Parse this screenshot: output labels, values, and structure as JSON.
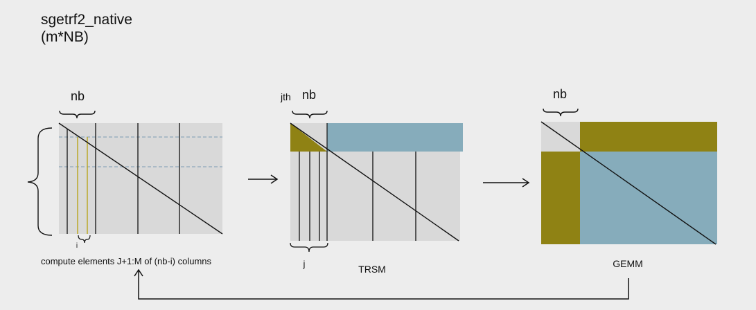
{
  "title": {
    "line1": "sgetrf2_native",
    "line2": "(m*NB)"
  },
  "panel1": {
    "brace_label": "nb",
    "index_label": "i",
    "caption": "compute elements J+1:M of (nb-i) columns"
  },
  "panel2": {
    "prefix_label": "jth",
    "brace_label": "nb",
    "index_label": "j",
    "caption": "TRSM"
  },
  "panel3": {
    "brace_label": "nb",
    "caption": "GEMM"
  },
  "colors": {
    "background": "#ededed",
    "matrix_fill": "#d9d9d9",
    "olive": "#8f8214",
    "steel_blue": "#86acbb",
    "dashed_line": "#8fa9bb",
    "yellow_col": "#b9a51c",
    "line": "#111111"
  }
}
